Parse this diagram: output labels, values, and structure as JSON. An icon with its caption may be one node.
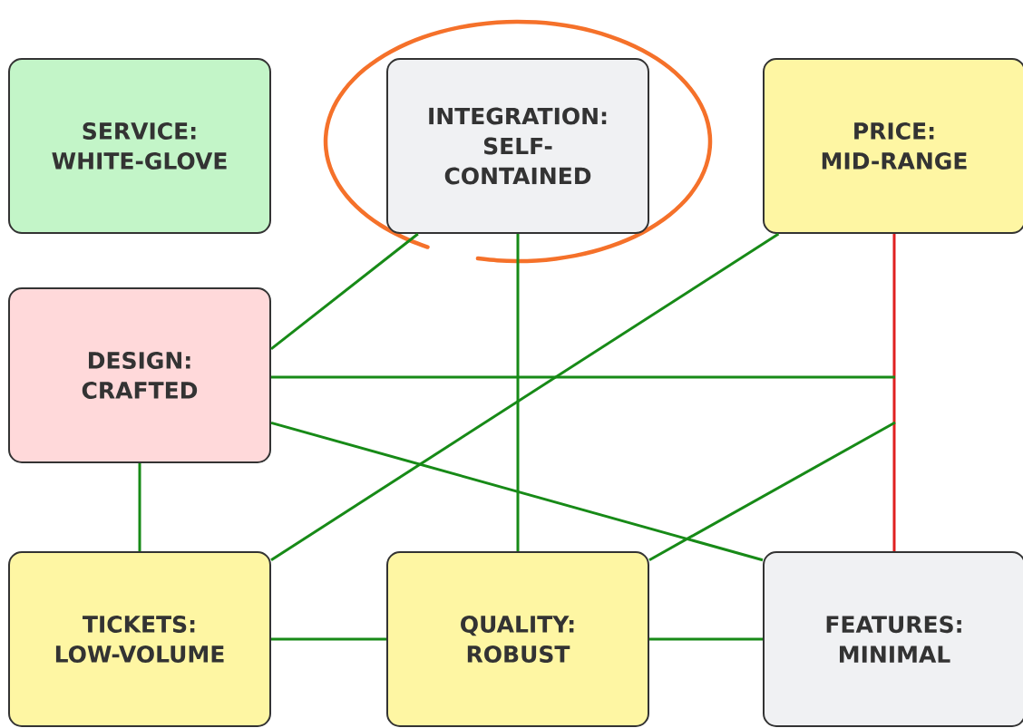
{
  "diagram": {
    "nodes": [
      {
        "text": [
          "SERVICE:",
          "WHITE-GLOVE"
        ]
      },
      {
        "text": [
          "INTEGRATION:",
          "SELF-CONTAINED"
        ]
      },
      {
        "text": [
          "PRICE:",
          "MID-RANGE"
        ]
      },
      {
        "text": [
          "DESIGN:",
          "CRAFTED"
        ]
      },
      {
        "text": [
          "TICKETS:",
          "LOW-VOLUME"
        ]
      },
      {
        "text": [
          "QUALITY:",
          "ROBUST"
        ]
      },
      {
        "text": [
          "FEATURES:",
          "MINIMAL"
        ]
      }
    ],
    "edges": [
      {
        "from": 1,
        "to": 3,
        "arrow": "none"
      },
      {
        "from": 1,
        "to": 5,
        "arrow": "none"
      },
      {
        "from": 2,
        "to": 4,
        "arrow": "none"
      },
      {
        "from": 2,
        "to": 6,
        "arrow": "none",
        "color": "#e02020"
      },
      {
        "from": 3,
        "to": null,
        "arrow": "none"
      },
      {
        "from": 3,
        "to": 6,
        "arrow": "none"
      },
      {
        "from": 5,
        "to": null,
        "arrow": "none"
      },
      {
        "from": 3,
        "to": 4,
        "arrow": "none"
      },
      {
        "from": 4,
        "to": 5,
        "arrow": "none"
      },
      {
        "from": 5,
        "to": 6,
        "arrow": "none"
      }
    ]
  }
}
